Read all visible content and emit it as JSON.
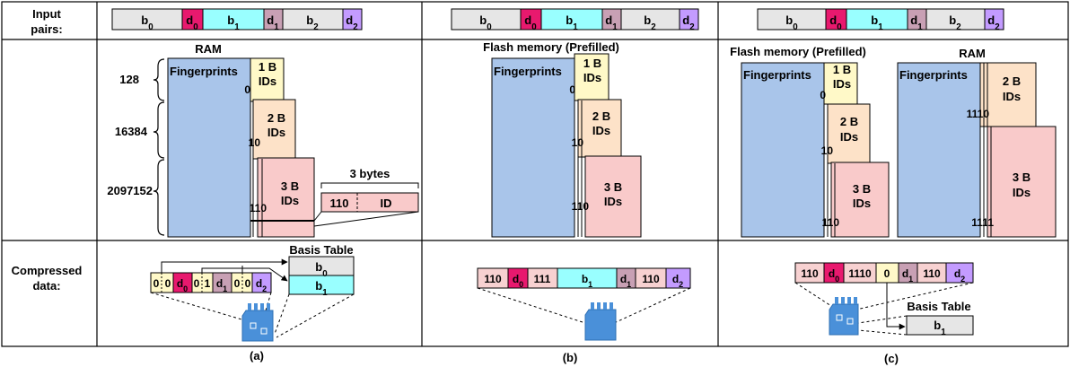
{
  "row_labels": {
    "input_pairs": [
      "Input",
      "pairs:"
    ],
    "compressed_data": [
      "Compressed",
      "data:"
    ]
  },
  "input_strip": {
    "b0": "b0",
    "d0": "d0",
    "b1": "b1",
    "d1": "d1",
    "b2": "b2",
    "d2": "d2"
  },
  "panel_a": {
    "title": "RAM",
    "fingerprints": "Fingerprints",
    "sizes": [
      "128",
      "16384",
      "2097152"
    ],
    "ids": [
      [
        "1 B",
        "IDs"
      ],
      [
        "2 B",
        "IDs"
      ],
      [
        "3 B",
        "IDs"
      ]
    ],
    "prefix": [
      "0",
      "10",
      "110"
    ],
    "three_bytes": "3 bytes",
    "entry_prefix": "110",
    "entry_id": "ID",
    "compressed": [
      "0",
      "0",
      "d0",
      "0",
      "1",
      "d1",
      "0",
      "0",
      "d2"
    ],
    "basis_table": {
      "title": "Basis Table",
      "rows": [
        "b0",
        "b1"
      ]
    },
    "caption": "(a)"
  },
  "panel_b": {
    "title": "Flash memory (Prefilled)",
    "fingerprints": "Fingerprints",
    "ids": [
      [
        "1 B",
        "IDs"
      ],
      [
        "2 B",
        "IDs"
      ],
      [
        "3 B",
        "IDs"
      ]
    ],
    "prefix": [
      "0",
      "10",
      "110"
    ],
    "compressed": [
      "110",
      "d0",
      "111",
      "b1",
      "d1",
      "110",
      "d2"
    ],
    "caption": "(b)"
  },
  "panel_c": {
    "flash_title": "Flash memory (Prefilled)",
    "ram_title": "RAM",
    "fingerprints": "Fingerprints",
    "flash_ids": [
      [
        "1 B",
        "IDs"
      ],
      [
        "2 B",
        "IDs"
      ],
      [
        "3 B",
        "IDs"
      ]
    ],
    "flash_prefix": [
      "0",
      "10",
      "110"
    ],
    "ram_ids": [
      [
        "2 B",
        "IDs"
      ],
      [
        "3 B",
        "IDs"
      ]
    ],
    "ram_prefix": [
      "1110",
      "1111"
    ],
    "compressed": [
      "110",
      "d0",
      "1110",
      "0",
      "d1",
      "110",
      "d2"
    ],
    "basis_table": {
      "title": "Basis Table",
      "rows": [
        "b1"
      ]
    },
    "caption": "(c)"
  },
  "colors": {
    "b_gray": "#e6e6e6",
    "d0_pink": "#e8196e",
    "b1_cyan": "#99ffff",
    "d1_mauve": "#c8a0b4",
    "d2_lavender": "#c39bff",
    "fp_blue": "#a9c5ea",
    "id1_yellow": "#fff9c8",
    "id2_peach": "#fde2c8",
    "id3_pink": "#f9caca",
    "code_pink": "#f7d1d1",
    "code_yellow": "#fff9c8",
    "sd_blue": "#4a90d9"
  }
}
